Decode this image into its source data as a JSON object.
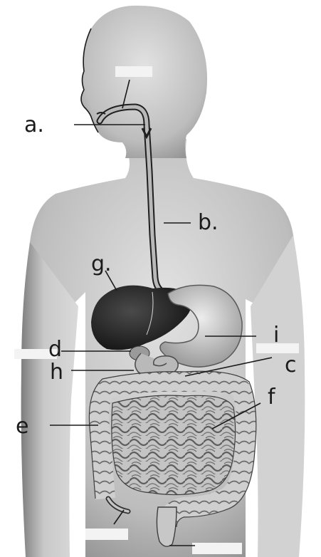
{
  "diagram": {
    "labels": {
      "a": "a.",
      "b": "b.",
      "c": "c",
      "d": "d",
      "e": "e",
      "f": "f",
      "g": "g.",
      "h": "h",
      "i": "i"
    }
  }
}
